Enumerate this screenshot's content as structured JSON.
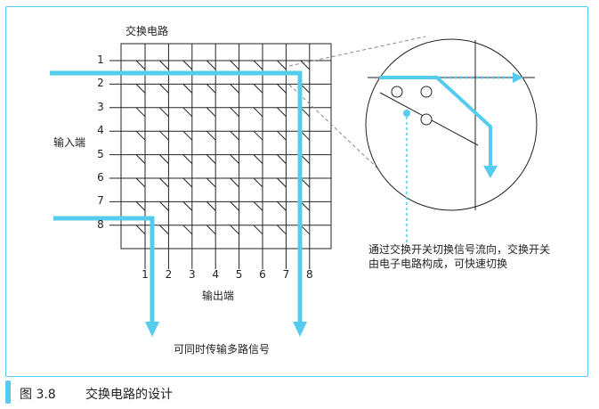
{
  "title": "交换电路",
  "input_label": "输入端",
  "output_label": "输出端",
  "row_numbers": [
    "1",
    "2",
    "3",
    "4",
    "5",
    "6",
    "7",
    "8"
  ],
  "col_numbers": [
    "1",
    "2",
    "3",
    "4",
    "5",
    "6",
    "7",
    "8"
  ],
  "callout_text": "通过交换开关切换信号流向，交换开关由电子电路构成，可快速切换",
  "output_note": "可同时传输多路信号",
  "caption": {
    "figure": "图 3.8",
    "title": "交换电路的设计"
  },
  "colors": {
    "accent": "#55ccee",
    "line": "#222222",
    "dashed": "#888888"
  }
}
